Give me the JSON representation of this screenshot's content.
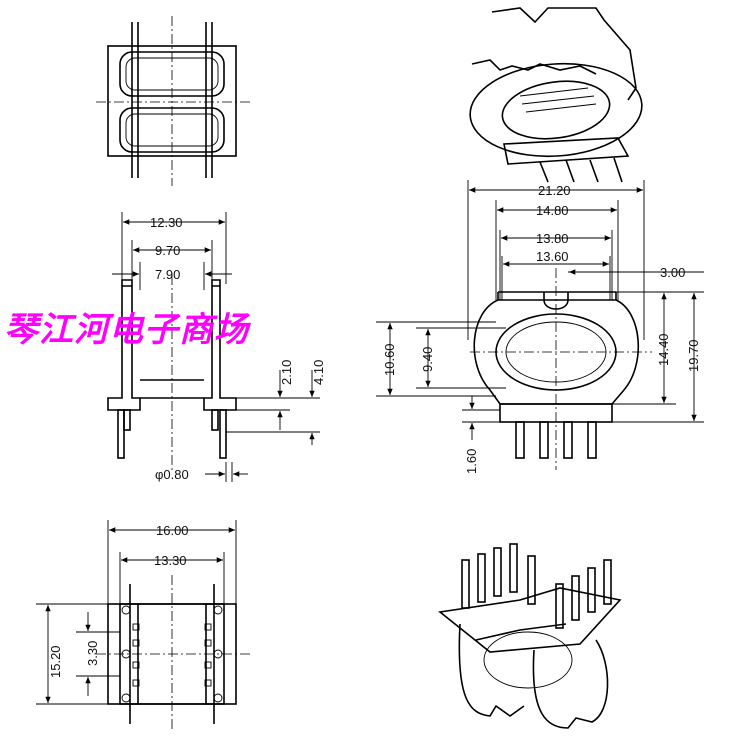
{
  "watermark": "琴江河电子商场",
  "front_view": {
    "dims": {
      "width_outer": "12.30",
      "width_mid": "9.70",
      "width_inner": "7.90",
      "flange_h": "2.10",
      "base_h": "4.10",
      "pin_dia": "φ0.80"
    }
  },
  "side_view": {
    "dims": {
      "overall_w": "21.20",
      "w2": "14.80",
      "w3": "13.80",
      "w4": "13.60",
      "slot": "3.00",
      "oval_h_outer": "10.60",
      "oval_h_inner": "9.40",
      "h_mid": "14.40",
      "h_total": "19.70",
      "pin_offset": "1.60"
    }
  },
  "bottom_view": {
    "dims": {
      "outer_w": "16.00",
      "inner_w": "13.30",
      "pitch": "3.30",
      "length": "15.20"
    }
  }
}
